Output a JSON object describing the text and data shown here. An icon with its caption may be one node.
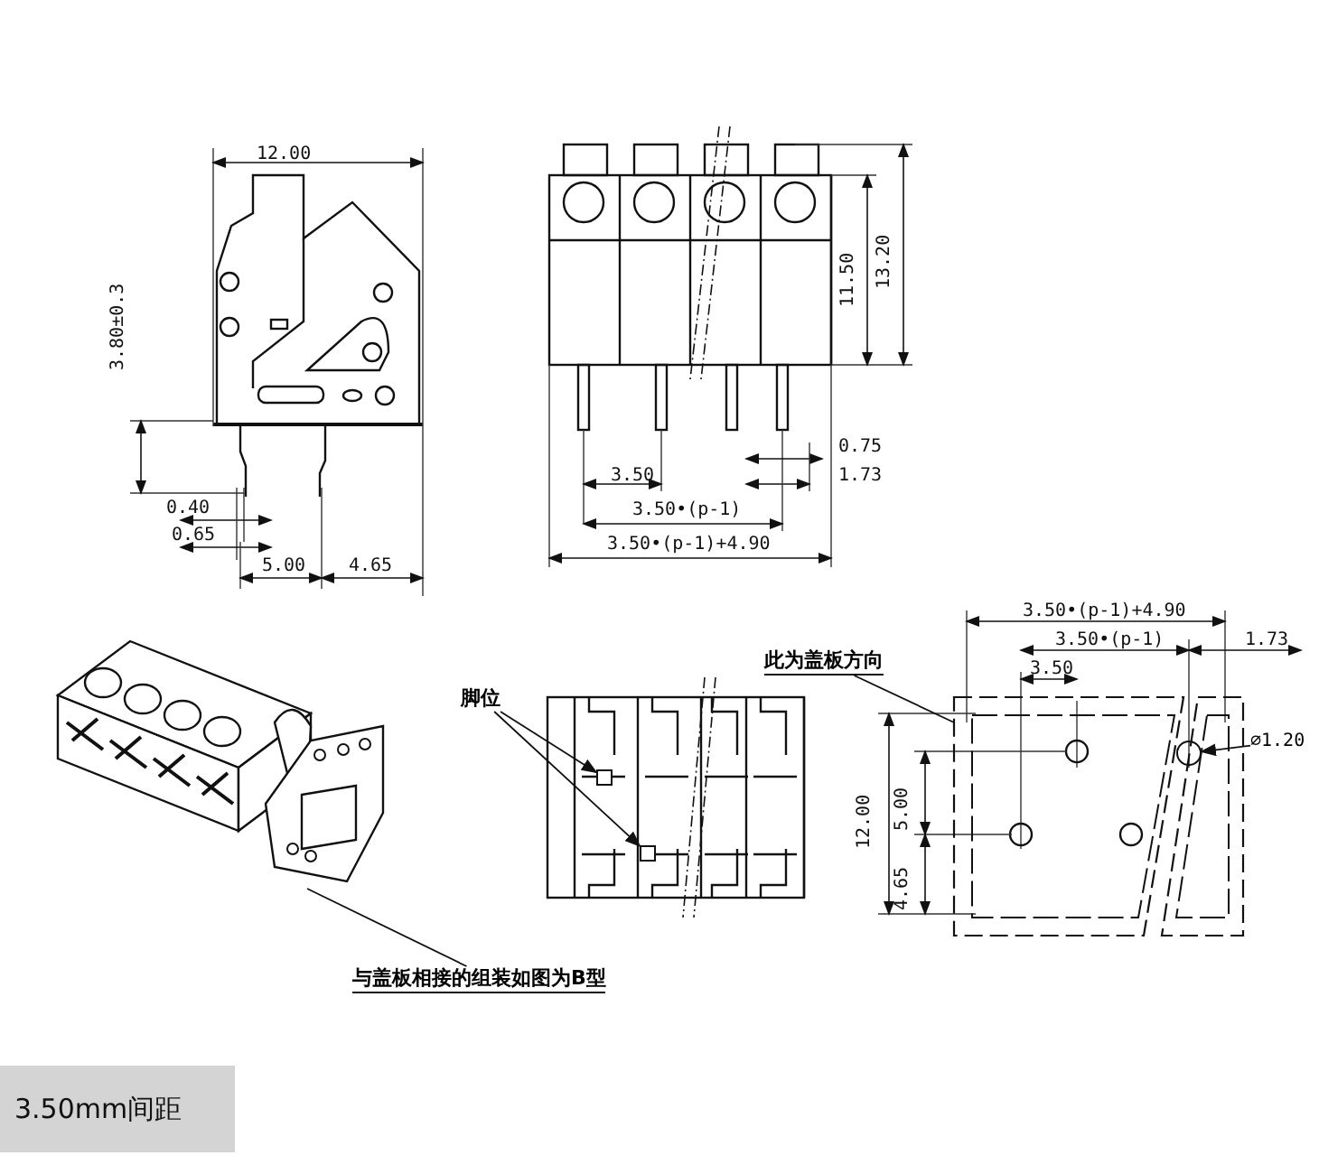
{
  "diagram": {
    "nodes": [
      {
        "text": [
          "脚位"
        ]
      },
      {
        "text": [],
        "shape": "box"
      },
      {
        "text": [],
        "shape": "box"
      },
      {
        "text": [
          "此为盖板方向"
        ]
      },
      {
        "text": [],
        "shape": "box"
      },
      {
        "text": [
          "与盖板相接的组装如图为B型"
        ]
      },
      {
        "text": [],
        "shape": "picture"
      },
      {
        "text": [
          "⌀1.20"
        ]
      },
      {
        "text": [],
        "shape": "circle",
        "in": 4
      }
    ],
    "edges": [
      {
        "from": 0,
        "to": 1,
        "arrow": "to"
      },
      {
        "from": 0,
        "to": 2,
        "arrow": "to"
      },
      {
        "from": 3,
        "to": 4,
        "arrow": "none"
      },
      {
        "from": 5,
        "to": 6,
        "arrow": "none"
      },
      {
        "from": 7,
        "to": 8,
        "arrow": "to"
      }
    ],
    "labels": [
      "12.00",
      "3.80±0.3",
      "0.40",
      "0.65",
      "5.00",
      "4.65",
      "11.50",
      "13.20",
      "0.75",
      "3.50",
      "1.73",
      "3.50•(p-1)",
      "3.50•(p-1)+4.90",
      "3.50•(p-1)+4.90",
      "3.50•(p-1)",
      "1.73",
      "3.50",
      "12.00",
      "5.00",
      "4.65",
      "3.50mm间距"
    ]
  }
}
